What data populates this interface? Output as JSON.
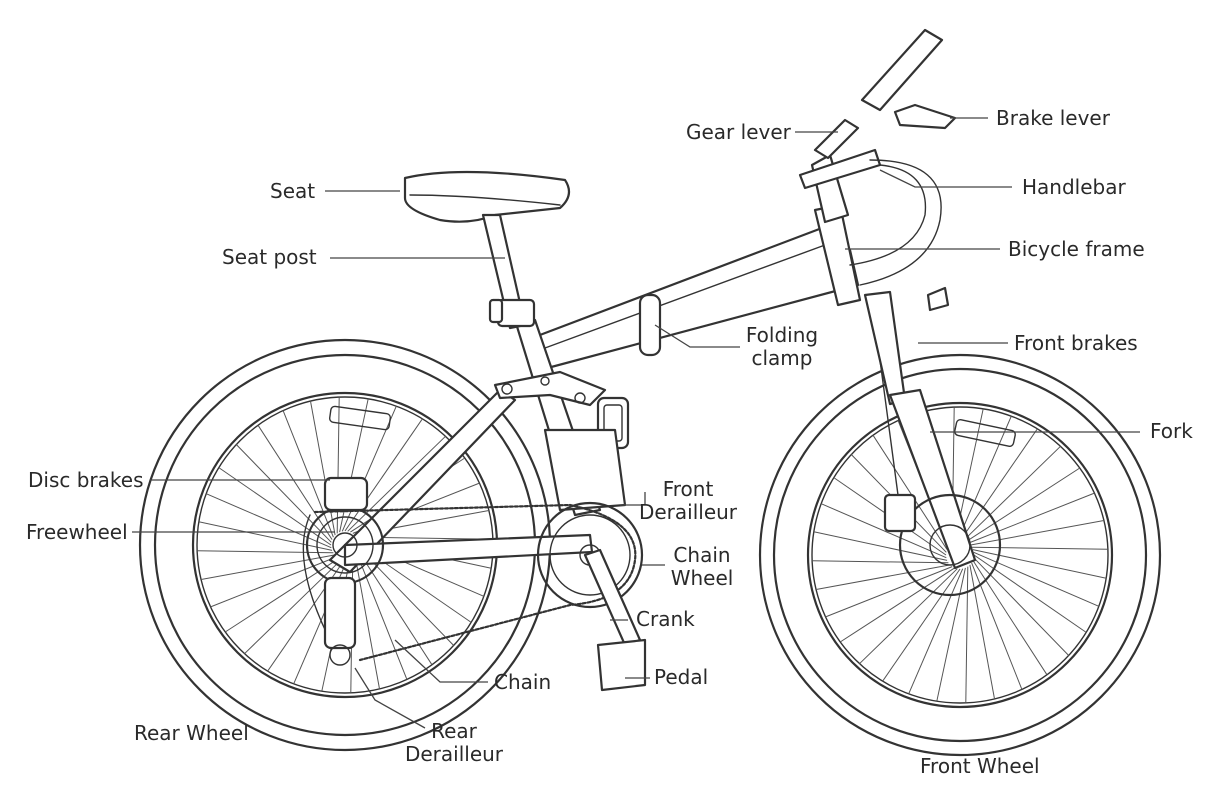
{
  "labels": {
    "brake_lever": "Brake lever",
    "gear_lever": "Gear lever",
    "handlebar": "Handlebar",
    "seat": "Seat",
    "seat_post": "Seat post",
    "bicycle_frame": "Bicycle frame",
    "folding_clamp_1": "Folding",
    "folding_clamp_2": "clamp",
    "front_brakes": "Front brakes",
    "fork": "Fork",
    "disc_brakes": "Disc brakes",
    "front_derailleur_1": "Front",
    "front_derailleur_2": "Derailleur",
    "freewheel": "Freewheel",
    "chain_wheel_1": "Chain",
    "chain_wheel_2": "Wheel",
    "crank": "Crank",
    "pedal": "Pedal",
    "chain": "Chain",
    "rear_wheel": "Rear Wheel",
    "rear_derailleur_1": "Rear",
    "rear_derailleur_2": "Derailleur",
    "front_wheel": "Front Wheel"
  }
}
